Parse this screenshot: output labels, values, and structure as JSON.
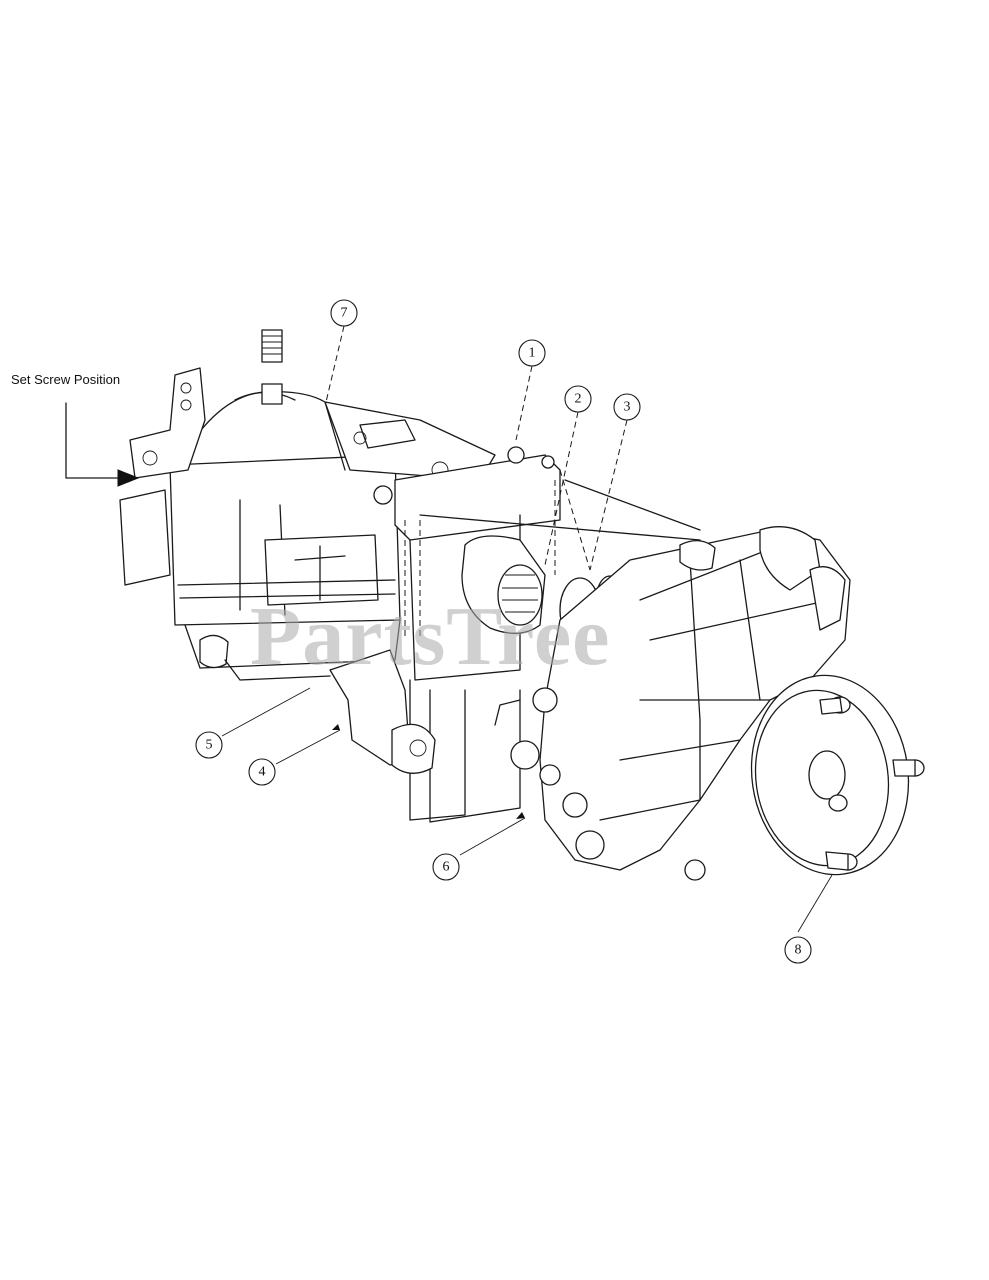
{
  "annotation": {
    "set_screw_label": "Set Screw Position"
  },
  "watermark": {
    "text": "PartsTree"
  },
  "callouts": [
    {
      "id": "1",
      "label": "1"
    },
    {
      "id": "2",
      "label": "2"
    },
    {
      "id": "3",
      "label": "3"
    },
    {
      "id": "4",
      "label": "4"
    },
    {
      "id": "5",
      "label": "5"
    },
    {
      "id": "6",
      "label": "6"
    },
    {
      "id": "7",
      "label": "7"
    },
    {
      "id": "8",
      "label": "8"
    }
  ]
}
